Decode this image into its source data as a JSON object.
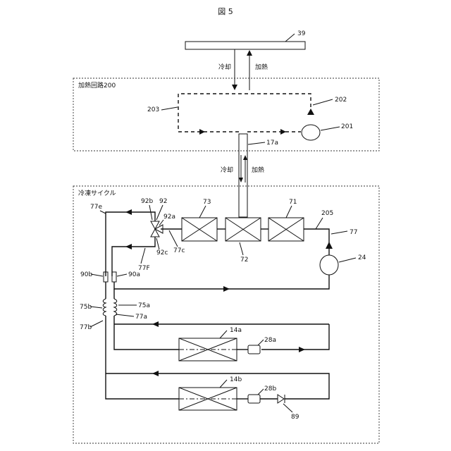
{
  "figure": {
    "title": "図 5",
    "heating_circuit_label": "加熱回路200",
    "refrigeration_cycle_label": "冷凍サイクル",
    "arrows": {
      "cooling": "冷却",
      "heating": "加熱"
    },
    "refs": {
      "plate": "39",
      "hc_return": "202",
      "hc_loop": "203",
      "hc_pump": "201",
      "heat_exchanger_plate": "17a",
      "valve": "92",
      "valve_port_b": "92b",
      "valve_port_a": "92a",
      "valve_port_c": "92c",
      "pipe_e": "77e",
      "pipe_f": "77F",
      "pipe_c": "77c",
      "pipe_main": "77",
      "hx_73": "73",
      "hx_72": "72",
      "hx_71": "71",
      "line_205": "205",
      "compressor": "24",
      "pipe_90b": "90b",
      "pipe_90a": "90a",
      "coil_75b": "75b",
      "coil_75a": "75a",
      "pipe_77b": "77b",
      "pipe_77a": "77a",
      "evap_a": "14a",
      "expansion_a": "28a",
      "evap_b": "14b",
      "expansion_b": "28b",
      "check_valve": "89"
    }
  }
}
